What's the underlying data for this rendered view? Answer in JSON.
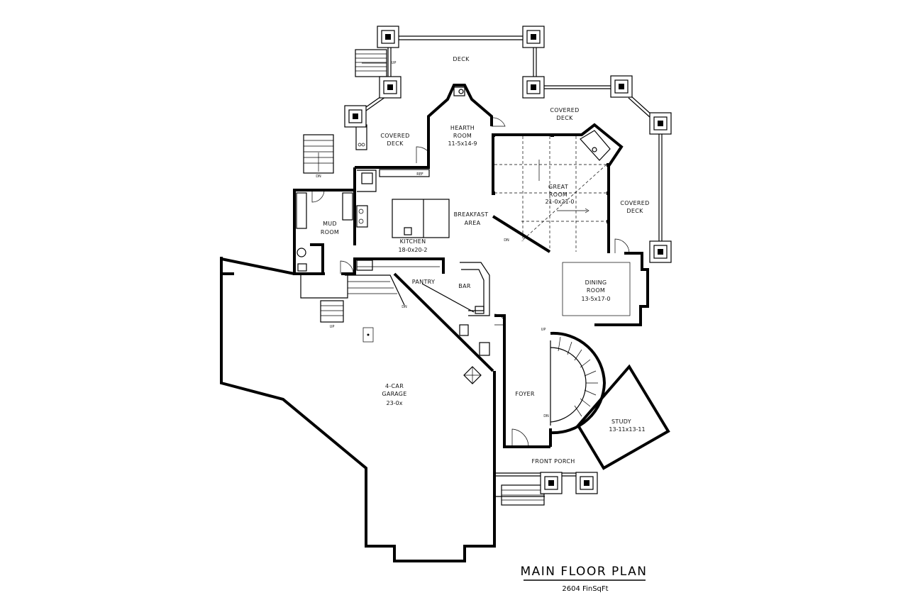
{
  "plan": {
    "title": "MAIN FLOOR PLAN",
    "subtitle": "2604 FinSqFt"
  },
  "rooms": {
    "deck": {
      "name": "DECK"
    },
    "covered_deck_left": {
      "line1": "COVERED",
      "line2": "DECK"
    },
    "covered_deck_top": {
      "line1": "COVERED",
      "line2": "DECK"
    },
    "covered_deck_right": {
      "line1": "COVERED",
      "line2": "DECK"
    },
    "hearth_room": {
      "line1": "HEARTH",
      "line2": "ROOM",
      "size": "11-5x14-9"
    },
    "great_room": {
      "line1": "GREAT",
      "line2": "ROOM",
      "size": "21-0x21-0"
    },
    "breakfast_area": {
      "line1": "BREAKFAST",
      "line2": "AREA"
    },
    "kitchen": {
      "name": "KITCHEN",
      "size": "18-0x20-2"
    },
    "mud_room": {
      "line1": "MUD",
      "line2": "ROOM"
    },
    "pantry": {
      "name": "PANTRY"
    },
    "bar": {
      "name": "BAR"
    },
    "dining_room": {
      "line1": "DINING",
      "line2": "ROOM",
      "size": "13-5x17-0"
    },
    "garage": {
      "line1": "4-CAR",
      "line2": "GARAGE",
      "size": "23-0x"
    },
    "foyer": {
      "name": "FOYER"
    },
    "study": {
      "name": "STUDY",
      "size": "13-11x13-11"
    },
    "front_porch": {
      "name": "FRONT PORCH"
    }
  },
  "annotations": {
    "up": "UP",
    "dn": "DN",
    "ref": "REF"
  }
}
